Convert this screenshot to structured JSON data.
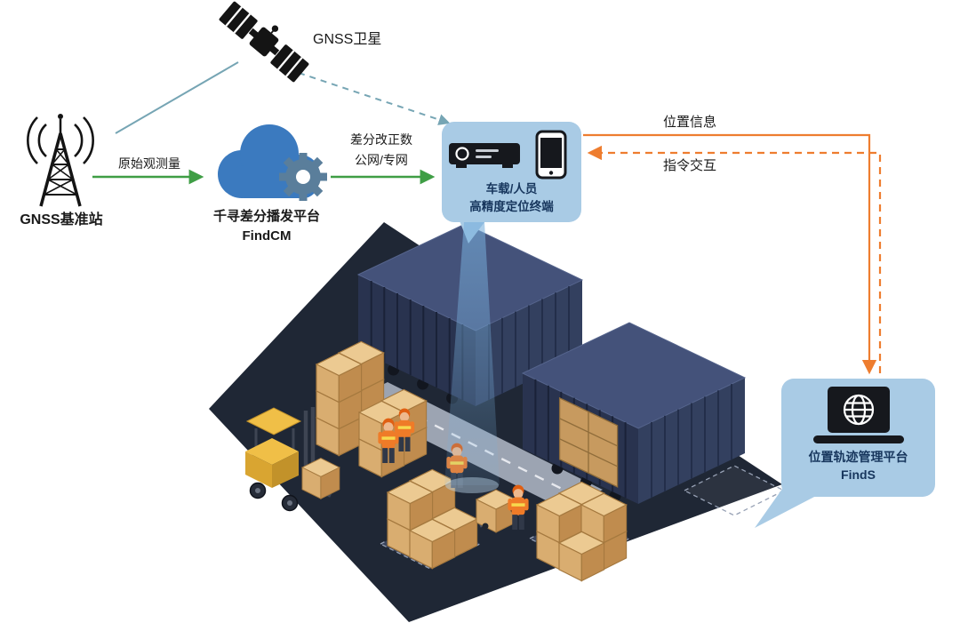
{
  "nodes": {
    "satellite": {
      "label": "GNSS卫星"
    },
    "base_station": {
      "label": "GNSS基准站"
    },
    "cloud": {
      "title": "千寻差分播发平台",
      "subtitle": "FindCM"
    },
    "terminal": {
      "line1": "车载/人员",
      "line2": "高精度定位终端"
    },
    "platform": {
      "title": "位置轨迹管理平台",
      "subtitle": "FindS"
    }
  },
  "edges": {
    "raw_observation": {
      "label": "原始观测量"
    },
    "correction": {
      "line1": "差分改正数",
      "line2": "公网/专网"
    },
    "position_info": {
      "label": "位置信息"
    },
    "command_exchange": {
      "label": "指令交互"
    }
  },
  "icons": {
    "satellite": "satellite-icon",
    "base_station": "radio-tower-icon",
    "cloud": "cloud-gear-icon",
    "terminal_device": "vehicle-terminal-icon",
    "phone": "smartphone-icon",
    "platform": "laptop-globe-icon"
  },
  "colors": {
    "bubble_fill": "#a9cbe5",
    "bubble_text": "#17365d",
    "arrow_green": "#3f9e45",
    "arrow_orange": "#ee7d2f",
    "link_teal": "#76a5b4",
    "cloud_blue": "#3b7abf",
    "gear_steel": "#5a7e9b",
    "ground_navy": "#1f2735",
    "container_navy": "#2e3c5e",
    "crate_tan": "#d9ad70",
    "forklift_yellow": "#f0bf47",
    "vest_orange": "#ef7b28",
    "beam_blue": "#78afdc"
  }
}
